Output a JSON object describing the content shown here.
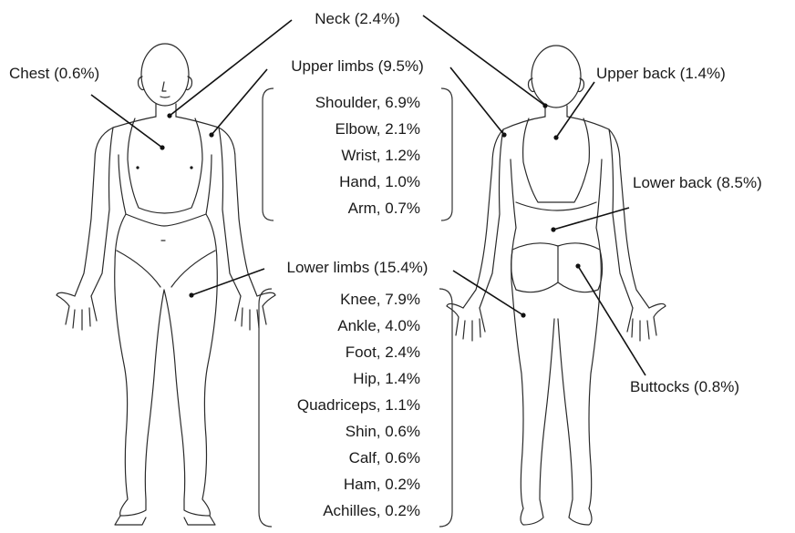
{
  "figures": [
    "front",
    "back"
  ],
  "labels": {
    "neck": "Neck (2.4%)",
    "chest": "Chest (0.6%)",
    "upper_limbs": "Upper limbs (9.5%)",
    "upper_back": "Upper back (1.4%)",
    "lower_back": "Lower back (8.5%)",
    "lower_limbs": "Lower limbs (15.4%)",
    "buttocks": "Buttocks (0.8%)"
  },
  "upper_limb_items": [
    "Shoulder, 6.9%",
    "Elbow, 2.1%",
    "Wrist, 1.2%",
    "Hand, 1.0%",
    "Arm, 0.7%"
  ],
  "lower_limb_items": [
    "Knee, 7.9%",
    "Ankle, 4.0%",
    "Foot, 2.4%",
    "Hip, 1.4%",
    "Quadriceps, 1.1%",
    "Shin, 0.6%",
    "Calf, 0.6%",
    "Ham, 0.2%",
    "Achilles, 0.2%"
  ],
  "colors": {
    "line": "#111111",
    "outline": "#2a2a2a",
    "text": "#1a1a1a"
  }
}
